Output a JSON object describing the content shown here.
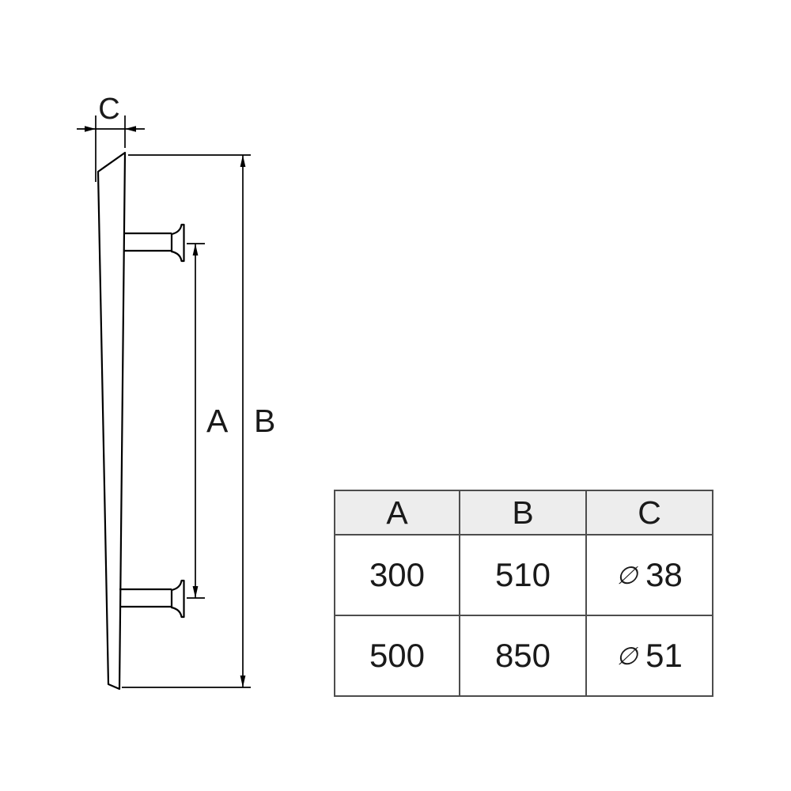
{
  "diagram": {
    "label_a": "A",
    "label_b": "B",
    "label_c": "C"
  },
  "table": {
    "header": [
      "A",
      "B",
      "C"
    ],
    "rows": [
      {
        "a": "300",
        "b": "510",
        "c_symbol": "∅",
        "c_value": "38"
      },
      {
        "a": "500",
        "b": "850",
        "c_symbol": "∅",
        "c_value": "51"
      }
    ]
  },
  "colors": {
    "line": "#000000",
    "table_border": "#4d4d4d",
    "header_bg": "#ededed",
    "text": "#1a1a1a"
  }
}
